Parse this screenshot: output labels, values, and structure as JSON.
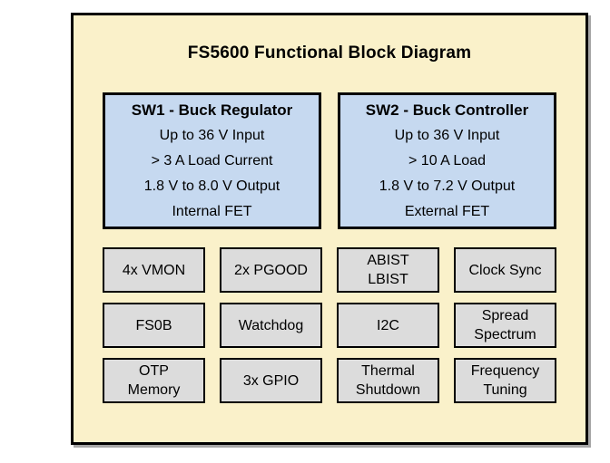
{
  "diagram": {
    "title": "FS5600 Functional Block Diagram",
    "colors": {
      "frame_background": "#FAF1CA",
      "regulator_box": "#C6D9F0",
      "feature_box": "#DCDCDC",
      "border": "#000000",
      "page_background": "#FFFFFF"
    },
    "regulators": [
      {
        "title": "SW1 - Buck Regulator",
        "lines": [
          "Up to 36 V Input",
          "> 3 A Load Current",
          "1.8 V to 8.0 V Output",
          "Internal FET"
        ]
      },
      {
        "title": "SW2 - Buck Controller",
        "lines": [
          "Up to 36 V Input",
          "> 10 A Load",
          "1.8 V to 7.2 V Output",
          "External FET"
        ]
      }
    ],
    "blocks": [
      {
        "label": "4x VMON"
      },
      {
        "label": "2x PGOOD"
      },
      {
        "label": "ABIST\nLBIST"
      },
      {
        "label": "Clock Sync"
      },
      {
        "label": "FS0B"
      },
      {
        "label": "Watchdog"
      },
      {
        "label": "I2C"
      },
      {
        "label": "Spread\nSpectrum"
      },
      {
        "label": "OTP\nMemory"
      },
      {
        "label": "3x GPIO"
      },
      {
        "label": "Thermal\nShutdown"
      },
      {
        "label": "Frequency\nTuning"
      }
    ]
  }
}
